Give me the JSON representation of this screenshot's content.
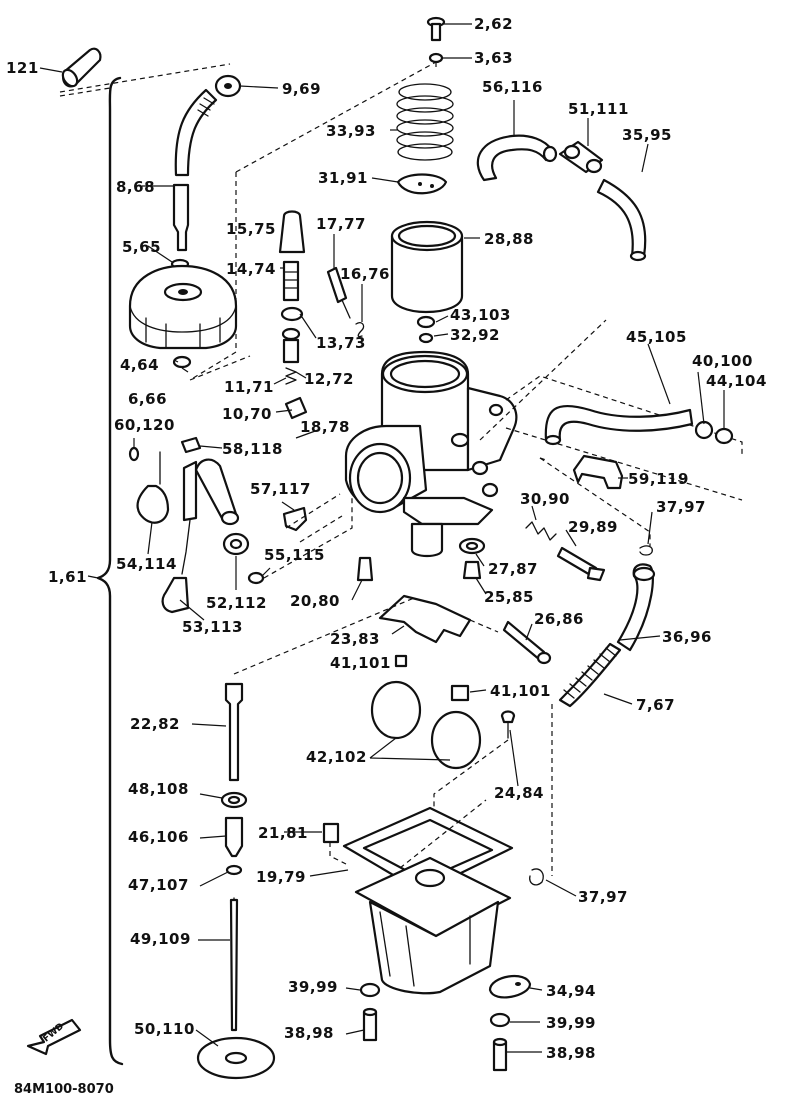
{
  "diagram": {
    "reference_code": "84M100-8070",
    "direction_mark": "FWD",
    "labels": {
      "p2": "2,62",
      "p3": "3,63",
      "p121": "121",
      "p9": "9,69",
      "p56": "56,116",
      "p51": "51,111",
      "p35": "35,95",
      "p33": "33,93",
      "p8": "8,68",
      "p31": "31,91",
      "p15": "15,75",
      "p17": "17,77",
      "p28": "28,88",
      "p5": "5,65",
      "p14": "14,74",
      "p16": "16,76",
      "p43": "43,103",
      "p13": "13,73",
      "p32": "32,92",
      "p4": "4,64",
      "p45": "45,105",
      "p40": "40,100",
      "p44": "44,104",
      "p6": "6,66",
      "p12": "12,72",
      "p11": "11,71",
      "p10": "10,70",
      "p18": "18,78",
      "p60": "60,120",
      "p58": "58,118",
      "p59": "59,119",
      "p57": "57,117",
      "p30": "30,90",
      "p37a": "37,97",
      "p29": "29,89",
      "p54": "54,114",
      "p55": "55,115",
      "p27": "27,87",
      "p1": "1,61",
      "p52": "52,112",
      "p20": "20,80",
      "p25": "25,85",
      "p53": "53,113",
      "p26": "26,86",
      "p23": "23,83",
      "p36": "36,96",
      "p41a": "41,101",
      "p41b": "41,101",
      "p7": "7,67",
      "p22": "22,82",
      "p42": "42,102",
      "p24": "24,84",
      "p48": "48,108",
      "p21": "21,81",
      "p46": "46,106",
      "p19": "19,79",
      "p47": "47,107",
      "p37b": "37,97",
      "p49": "49,109",
      "p39a": "39,99",
      "p34": "34,94",
      "p39b": "39,99",
      "p50": "50,110",
      "p38a": "38,98",
      "p38b": "38,98"
    }
  }
}
